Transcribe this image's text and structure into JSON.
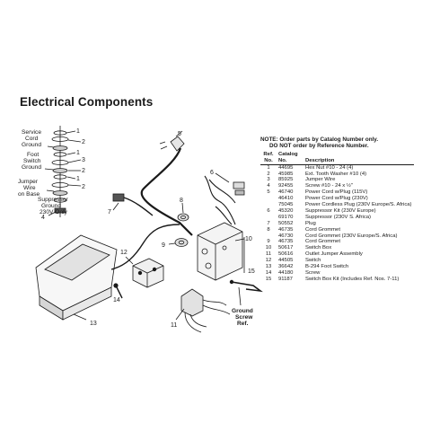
{
  "title": "Electrical Components",
  "notes": {
    "line1": "NOTE: Order parts by Catalog Number only.",
    "line2": "DO NOT order by Reference Number."
  },
  "table": {
    "headers": {
      "ref_top": "Ref.",
      "ref_bottom": "No.",
      "catalog_top": "Catalog",
      "catalog_bottom": "No.",
      "description": "Description"
    },
    "rows": [
      {
        "ref": "1",
        "catalog": "44695",
        "description": "Hex Nut #10 - 24 (4)"
      },
      {
        "ref": "2",
        "catalog": "45985",
        "description": "Ext. Tooth Washer #10 (4)"
      },
      {
        "ref": "3",
        "catalog": "85925",
        "description": "Jumper Wire"
      },
      {
        "ref": "4",
        "catalog": "92455",
        "description": "Screw #10 - 24 x ½\""
      },
      {
        "ref": "5",
        "catalog": "46740",
        "description": "Power Cord w/Plug (115V)"
      },
      {
        "ref": "",
        "catalog": "46410",
        "description": "Power Cord w/Plug (230V)"
      },
      {
        "ref": "",
        "catalog": "75045",
        "description": "Power Cordless Plug (230V Europe/S. Africa)"
      },
      {
        "ref": "6",
        "catalog": "45320",
        "description": "Suppressor Kit (230V Europe)"
      },
      {
        "ref": "",
        "catalog": "69170",
        "description": "Suppressor (230V S. Africa)"
      },
      {
        "ref": "7",
        "catalog": "50552",
        "description": "Plug"
      },
      {
        "ref": "8",
        "catalog": "46735",
        "description": "Cord Grommet"
      },
      {
        "ref": "",
        "catalog": "46730",
        "description": "Cord Grommet (230V Europe/S. Africa)"
      },
      {
        "ref": "9",
        "catalog": "46735",
        "description": "Cord Grommet"
      },
      {
        "ref": "10",
        "catalog": "50617",
        "description": "Switch Box"
      },
      {
        "ref": "11",
        "catalog": "50616",
        "description": "Outlet Jumper Assembly"
      },
      {
        "ref": "12",
        "catalog": "44505",
        "description": "Switch"
      },
      {
        "ref": "13",
        "catalog": "36642",
        "description": "B-294 Foot Switch"
      },
      {
        "ref": "14",
        "catalog": "44180",
        "description": "Screw"
      },
      {
        "ref": "15",
        "catalog": "91187",
        "description": "Switch Box Kit (Includes Ref. Nos. 7-11)"
      }
    ]
  },
  "inset_labels": {
    "service_cord_ground": [
      "Service",
      "Cord",
      "Ground"
    ],
    "foot_switch_ground": [
      "Foot",
      "Switch",
      "Ground"
    ],
    "jumper_wire_on_base": [
      "Jumper",
      "Wire",
      "on Base"
    ],
    "suppressor_ground": [
      "Suppressor",
      "Ground",
      "230V Only"
    ]
  },
  "ground_screw_label": [
    "Ground",
    "Screw",
    "Ref."
  ],
  "callouts": {
    "inset_1a": "1",
    "inset_2a": "2",
    "inset_1b": "1",
    "inset_3": "3",
    "inset_2b": "2",
    "inset_1c": "1",
    "inset_2c": "2",
    "inset_4": "4",
    "n5": "5",
    "n6": "6",
    "n7": "7",
    "n8": "8",
    "n9": "9",
    "n10": "10",
    "n11": "11",
    "n12": "12",
    "n13": "13",
    "n14": "14",
    "n15": "15"
  }
}
